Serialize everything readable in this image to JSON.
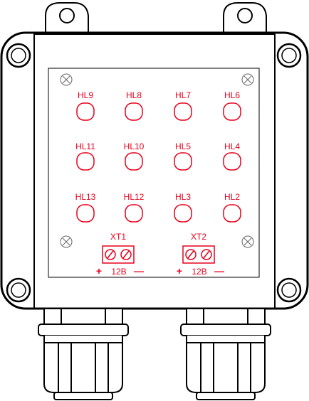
{
  "colors": {
    "outline": "#000000",
    "accent": "#e8001c",
    "panel": "#ffffff"
  },
  "indicators": [
    [
      "HL9",
      "HL8",
      "HL7",
      "HL6"
    ],
    [
      "HL11",
      "HL10",
      "HL5",
      "HL4"
    ],
    [
      "HL13",
      "HL12",
      "HL3",
      "HL2"
    ]
  ],
  "terminals": [
    {
      "label": "XT1",
      "plus": "+",
      "voltage": "12В",
      "minus": "—"
    },
    {
      "label": "XT2",
      "plus": "+",
      "voltage": "12В",
      "minus": "—"
    }
  ]
}
